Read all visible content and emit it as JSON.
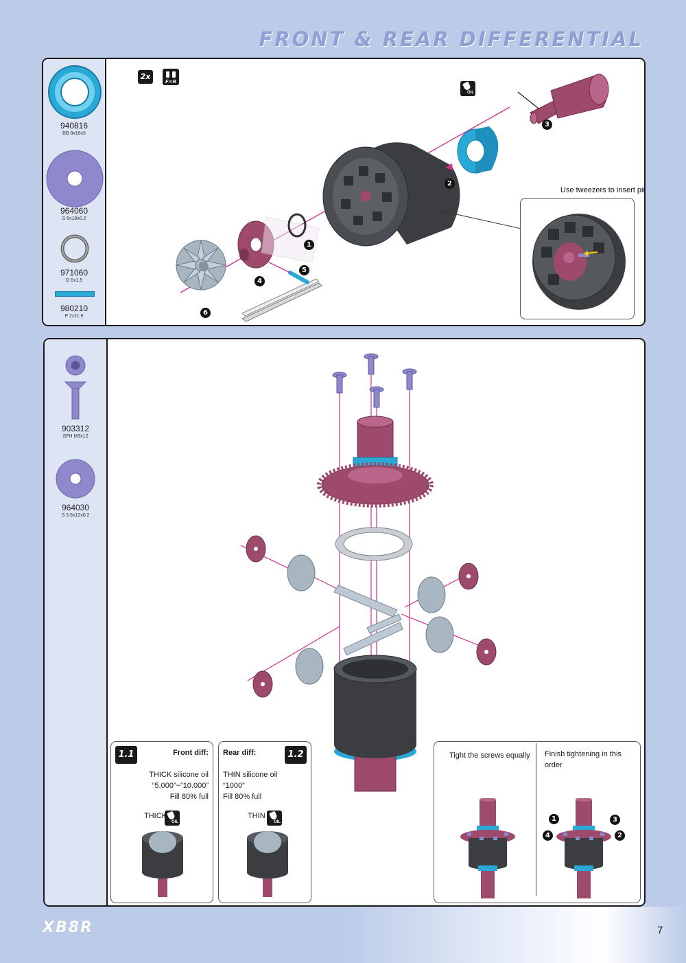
{
  "header": {
    "title": "FRONT & REAR DIFFERENTIAL"
  },
  "step1": {
    "parts": [
      {
        "code": "940816",
        "spec": "BB 8x16x5"
      },
      {
        "code": "964060",
        "spec": "S 6x18x0.2"
      },
      {
        "code": "971060",
        "spec": "O 6x1.5"
      },
      {
        "code": "980210",
        "spec": "P 2x11.6"
      }
    ],
    "badge_count": "2x",
    "badge_fr": "F=R",
    "oil_label": "OIL",
    "callout_label": "Use tweezers to insert pin",
    "numbers": [
      "1",
      "2",
      "3",
      "4",
      "5",
      "6"
    ]
  },
  "step2": {
    "parts": [
      {
        "code": "903312",
        "spec": "SFH M3x12"
      },
      {
        "code": "964030",
        "spec": "S 3.5x12x0.2"
      }
    ],
    "front": {
      "badge": "1.1",
      "title": "Front diff:",
      "line1": "THICK silicone oil",
      "line2": "“5.000”~”10.000”",
      "line3": "Fill 80% full",
      "oil_tag": "THICK"
    },
    "rear": {
      "badge": "1.2",
      "title": "Rear diff:",
      "line1": "THIN silicone oil",
      "line2": "“1000”",
      "line3": "Fill 80% full",
      "oil_tag": "THIN"
    },
    "tighten": {
      "left_label": "Tight the screws equally",
      "right_label": "Finish tightening in this order",
      "order": [
        "1",
        "3",
        "4",
        "2"
      ]
    }
  },
  "footer": {
    "brand": "XB8R",
    "page": "7"
  },
  "colors": {
    "pink": "#9e4a6c",
    "cyan": "#29a9d6",
    "lilac": "#8f88cc",
    "dark": "#3b3d40",
    "gear": "#a8b6c2"
  }
}
